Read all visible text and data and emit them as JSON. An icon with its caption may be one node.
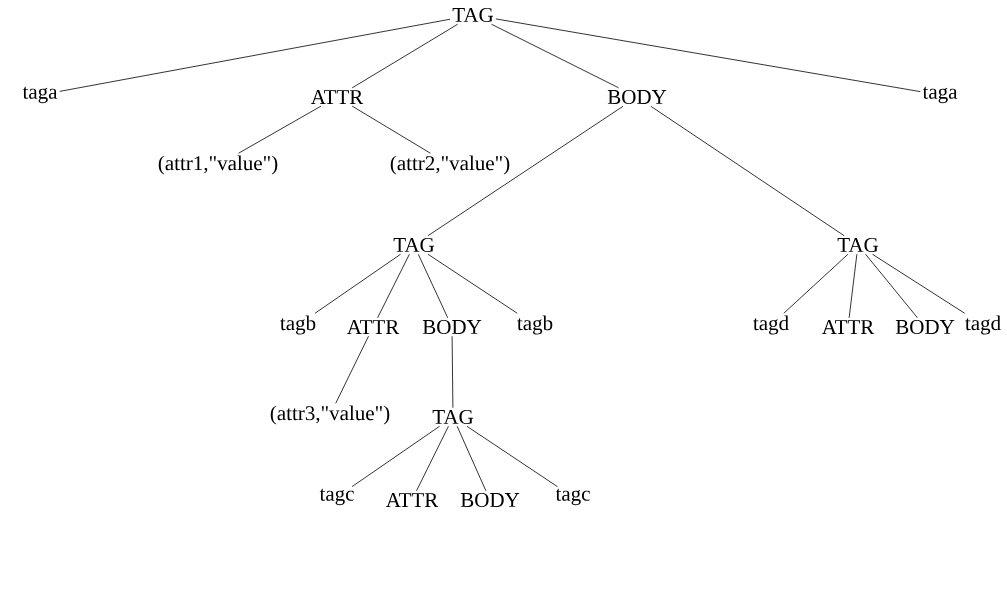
{
  "diagram": {
    "nodes": [
      {
        "text": [
          "TAG"
        ]
      },
      {
        "text": [
          "taga"
        ]
      },
      {
        "text": [
          "ATTR"
        ]
      },
      {
        "text": [
          "BODY"
        ]
      },
      {
        "text": [
          "taga"
        ]
      },
      {
        "text": [
          "(attr1,\"value\")"
        ]
      },
      {
        "text": [
          "(attr2,\"value\")"
        ]
      },
      {
        "text": [
          "TAG"
        ]
      },
      {
        "text": [
          "TAG"
        ]
      },
      {
        "text": [
          "tagb"
        ]
      },
      {
        "text": [
          "ATTR"
        ]
      },
      {
        "text": [
          "BODY"
        ]
      },
      {
        "text": [
          "tagb"
        ]
      },
      {
        "text": [
          "tagd"
        ]
      },
      {
        "text": [
          "ATTR"
        ]
      },
      {
        "text": [
          "BODY"
        ]
      },
      {
        "text": [
          "tagd"
        ]
      },
      {
        "text": [
          "(attr3,\"value\")"
        ]
      },
      {
        "text": [
          "TAG"
        ]
      },
      {
        "text": [
          "tagc"
        ]
      },
      {
        "text": [
          "ATTR"
        ]
      },
      {
        "text": [
          "BODY"
        ]
      },
      {
        "text": [
          "tagc"
        ]
      }
    ],
    "edges": [
      {
        "from": 0,
        "to": 1,
        "arrow": "none"
      },
      {
        "from": 0,
        "to": 2,
        "arrow": "none"
      },
      {
        "from": 0,
        "to": 3,
        "arrow": "none"
      },
      {
        "from": 0,
        "to": 4,
        "arrow": "none"
      },
      {
        "from": 2,
        "to": 5,
        "arrow": "none"
      },
      {
        "from": 2,
        "to": 6,
        "arrow": "none"
      },
      {
        "from": 3,
        "to": 7,
        "arrow": "none"
      },
      {
        "from": 3,
        "to": 8,
        "arrow": "none"
      },
      {
        "from": 7,
        "to": 9,
        "arrow": "none"
      },
      {
        "from": 7,
        "to": 10,
        "arrow": "none"
      },
      {
        "from": 7,
        "to": 11,
        "arrow": "none"
      },
      {
        "from": 7,
        "to": 12,
        "arrow": "none"
      },
      {
        "from": 8,
        "to": 13,
        "arrow": "none"
      },
      {
        "from": 8,
        "to": 14,
        "arrow": "none"
      },
      {
        "from": 8,
        "to": 15,
        "arrow": "none"
      },
      {
        "from": 8,
        "to": 16,
        "arrow": "none"
      },
      {
        "from": 10,
        "to": 17,
        "arrow": "none"
      },
      {
        "from": 11,
        "to": 18,
        "arrow": "none"
      },
      {
        "from": 18,
        "to": 19,
        "arrow": "none"
      },
      {
        "from": 18,
        "to": 20,
        "arrow": "none"
      },
      {
        "from": 18,
        "to": 21,
        "arrow": "none"
      },
      {
        "from": 18,
        "to": 22,
        "arrow": "none"
      }
    ]
  }
}
